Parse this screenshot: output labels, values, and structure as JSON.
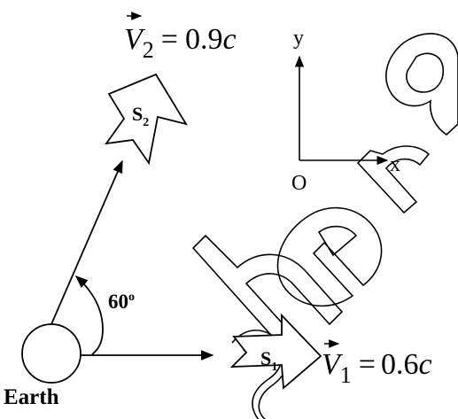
{
  "diagram": {
    "earth": {
      "label": "Earth"
    },
    "angle": {
      "value": "60",
      "unit": "o"
    },
    "ship1": {
      "label": "S",
      "subscript": "1",
      "velocity": {
        "symbol": "V",
        "subscript": "1",
        "equals": "=",
        "value": "0.6",
        "unit": "c"
      }
    },
    "ship2": {
      "label": "S",
      "subscript": "2",
      "velocity": {
        "symbol": "V",
        "subscript": "2",
        "equals": "=",
        "value": "0.9",
        "unit": "c"
      }
    },
    "axes": {
      "x_label": "x",
      "y_label": "y",
      "origin_label": "O"
    },
    "watermark": {
      "text": "shera"
    },
    "colors": {
      "ink": "#000000",
      "background": "#ffffff"
    }
  }
}
